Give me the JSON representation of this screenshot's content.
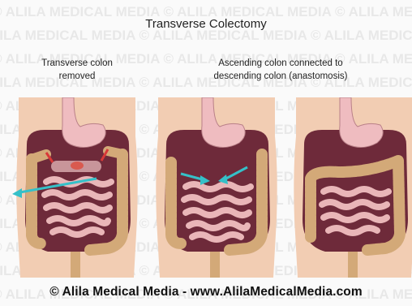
{
  "title": "Transverse Colectomy",
  "captions": {
    "panel1": [
      "Transverse colon",
      "removed"
    ],
    "panel2": [
      "Ascending colon connected to",
      "descending colon (anastomosis)"
    ]
  },
  "footer": "© Alila Medical Media - www.AlilaMedicalMedia.com",
  "watermark": "© ALILA MEDICAL MEDIA",
  "colors": {
    "skin": "#f2cdb3",
    "cavity": "#6e2a3a",
    "colon": "#d3a978",
    "small_intestine": "#e9b6b8",
    "stomach": "#efbcc0",
    "arrow": "#35c0c8",
    "incision": "#d93838"
  },
  "icons": [
    "arrow-icon",
    "incision-mark-icon"
  ]
}
